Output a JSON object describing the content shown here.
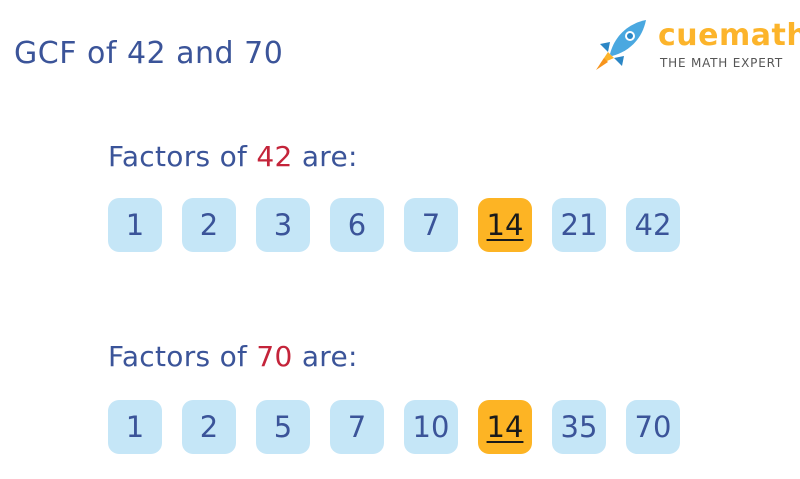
{
  "title": "GCF of 42 and 70",
  "logo": {
    "brand": "cuemath",
    "tagline": "THE MATH EXPERT",
    "brand_color": "#fcb42b",
    "icon": "rocket-icon"
  },
  "colors": {
    "heading": "#3b5499",
    "highlight_number": "#c4243a",
    "box": "#c5e6f7",
    "box_highlight": "#fdb424"
  },
  "sections": [
    {
      "prefix": "Factors of ",
      "number": "42",
      "suffix": " are:",
      "factors": [
        "1",
        "2",
        "3",
        "6",
        "7",
        "14",
        "21",
        "42"
      ],
      "highlighted": "14"
    },
    {
      "prefix": "Factors of ",
      "number": "70",
      "suffix": " are:",
      "factors": [
        "1",
        "2",
        "5",
        "7",
        "10",
        "14",
        "35",
        "70"
      ],
      "highlighted": "14"
    }
  ]
}
